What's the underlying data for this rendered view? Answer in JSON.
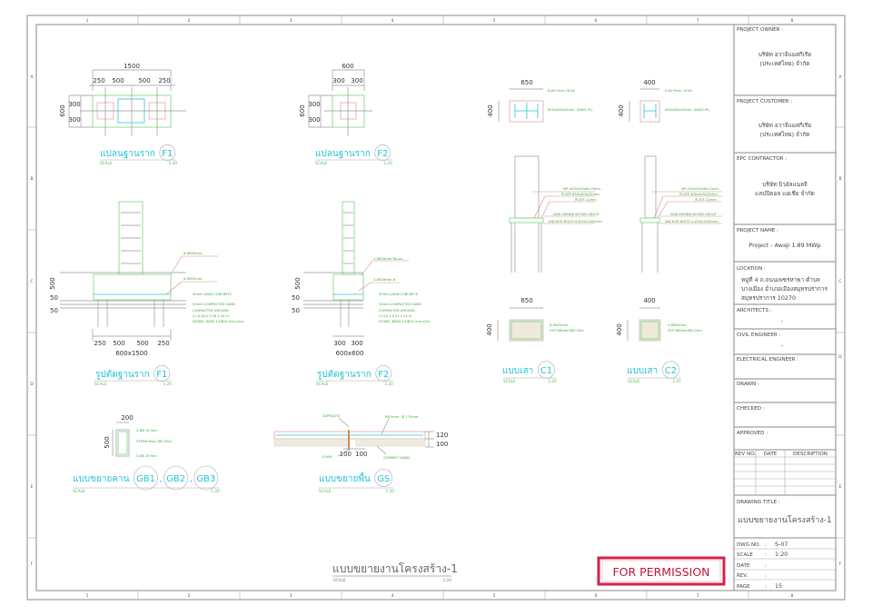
{
  "grid": {
    "columns": [
      "1",
      "2",
      "3",
      "4",
      "5",
      "6",
      "7",
      "8"
    ],
    "rows": [
      "A",
      "B",
      "C",
      "D",
      "E",
      "F"
    ]
  },
  "title_block": {
    "project_owner": {
      "label": "PROJECT OWNER :",
      "line1": "บริษัท อวาจิแมสกีเรีย",
      "line2": "(ประเทศไทย) จำกัด"
    },
    "project_customer": {
      "label": "PROJECT CUSTOMER :",
      "line1": "บริษัท อวาจิแมสกีเรีย",
      "line2": "(ประเทศไทย) จำกัด"
    },
    "epc_contractor": {
      "label": "EPC CONTRACTOR :",
      "line1": "บริษัท บิวอัลแนลจี",
      "line2": "แลปปิดอล แอเชีย จำกัด"
    },
    "project_name": {
      "label": "PROJECT NAME :",
      "value": "Project - Awaji 1.89 MWp"
    },
    "location": {
      "label": "LOCATION :",
      "line1": "หมู่ที่ 4 ถ.ถนนเพชรหาพา ตำบล",
      "line2": "บางเมือง อำเภอเมืองสมุทรปราการ",
      "line3": "สมุทรปราการ 10270"
    },
    "architects": {
      "label": "ARCHITECTS :",
      "value": "-"
    },
    "civil_engineer": {
      "label": "CIVIL ENGINEER :",
      "value": "-"
    },
    "electrical_engineer": {
      "label": "ELECTRICAL ENGINEER :"
    },
    "drawn": {
      "label": "DRAWN :"
    },
    "checked": {
      "label": "CHECKED :"
    },
    "approved": {
      "label": "APPROVED :"
    },
    "revision_table": {
      "headers": [
        "REV NO.",
        "DATE",
        "DESCRIPTION"
      ]
    },
    "drawing_title": {
      "label": "DRAWING TITLE :",
      "value": "แบบขยายงานโครงสร้าง-1"
    },
    "info": [
      {
        "label": "DWG NO.",
        "sep": ":",
        "value": "S-07"
      },
      {
        "label": "SCALE",
        "sep": ":",
        "value": "1:20"
      },
      {
        "label": "DATE",
        "sep": ":",
        "value": ""
      },
      {
        "label": "REV.",
        "sep": ":",
        "value": ""
      },
      {
        "label": "PAGE",
        "sep": ":",
        "value": "15"
      }
    ]
  },
  "drawings": {
    "f1_plan": {
      "title": "แปลนฐานราก",
      "tag": "F1",
      "scale_label": "SCALE",
      "scale": "1:20",
      "dims": {
        "total": "1500",
        "a": "250",
        "b": "500",
        "c": "500",
        "d": "250",
        "height": "600",
        "h1": "300",
        "h2": "300"
      }
    },
    "f2_plan": {
      "title": "แปลนฐานราก",
      "tag": "F2",
      "scale_label": "SCALE",
      "scale": "1:20",
      "dims": {
        "total": "600",
        "a": "300",
        "b": "300",
        "height": "600",
        "h1": "300",
        "h2": "300"
      }
    },
    "f1_section": {
      "title": "รูปตัดฐานราก",
      "tag": "F1",
      "scale_label": "SCALE",
      "scale": "1:20",
      "dims": {
        "h": "500",
        "h1": "50",
        "h2": "50",
        "a": "250",
        "b": "500",
        "c": "500",
        "d": "250",
        "size": "600x1500"
      },
      "notes": [
        "6-DB20mm.",
        "6-DB20mm.",
        "50mm.LEAN CONCRETE",
        "50mm.COMPACTED SAND",
        "COMPACTED GROUND",
        "2-I 0.26 x 0.26 x 24 m.",
        "DOWEL BARS 4-DB20 mm.x3m."
      ]
    },
    "f2_section": {
      "title": "รูปตัดฐานราก",
      "tag": "F2",
      "scale_label": "SCALE",
      "scale": "1:20",
      "dims": {
        "h": "500",
        "h1": "50",
        "h2": "50",
        "a": "300",
        "b": "300",
        "size": "600x600"
      },
      "notes": [
        "1-DB16mm.ปิดรอบ",
        "4-DB16mm.#",
        "50mm.LEAN CONCRETE",
        "50mm.COMPACTED SAND",
        "COMPACTED GROUND",
        "I 0.22 x 0.22 x 24 m.",
        "DOWEL BARS 4-DB20 mm.x2m."
      ]
    },
    "c1_base": {
      "dims": {
        "w": "650",
        "h": "400"
      },
      "notes": [
        "6-Ø27mm. HOLE",
        "650x400x25mm. (BASE PL)"
      ]
    },
    "c2_base": {
      "dims": {
        "w": "400",
        "h": "400"
      },
      "notes": [
        "4-Ø27mm. HOLE",
        "400x400x25mm. (BASE PL)"
      ]
    },
    "c1_elev": {
      "notes": [
        "WF-400x200x8x13mm.",
        "PLATE 650x400x25mm.",
        "PLATE 12mm.",
        "NON SHRINK MOTAR GROUT",
        "ANCHOR BOLTS 6-Ø25x1000mm."
      ]
    },
    "c2_elev": {
      "notes": [
        "WF-200x200x8x12mm.",
        "PLATE 400x400x25mm.",
        "PLATE 12mm.",
        "NON SHRINK MOTAR GROUT",
        "ANCHOR BOLTS 4-Ø25x1000mm."
      ]
    },
    "c1_section": {
      "title": "แบบเสา",
      "tag": "C1",
      "scale_label": "SCALE",
      "scale": "1:20",
      "dims": {
        "w": "650",
        "h": "400"
      },
      "notes": [
        "6-DB25mm",
        "STP. RB9mm@0.20m."
      ]
    },
    "c2_section": {
      "title": "แบบเสา",
      "tag": "C2",
      "scale_label": "SCALE",
      "scale": "1:20",
      "dims": {
        "w": "400",
        "h": "400"
      },
      "notes": [
        "4-DB25mm",
        "STP. RB9mm@0.20m."
      ]
    },
    "beam": {
      "title": "แบบขยายคาน",
      "tags": [
        "GB1",
        "GB2",
        "GB3"
      ],
      "sep": ",",
      "scale_label": "SCALE",
      "scale": "1:20",
      "dims": {
        "w": "200",
        "h": "500"
      },
      "notes": [
        "3-DB 16 mm.",
        "STP.RB 6mm.@0.20m.",
        "3-DB 16 mm."
      ]
    },
    "slab": {
      "title": "แบบขยายพื้น",
      "tag": "GS",
      "scale_label": "SCALE",
      "scale": "1:20",
      "dims": {
        "t1": "120",
        "t2": "100",
        "a": "100",
        "b": "100"
      },
      "notes": [
        "ASPHALTIC",
        "RB 9mm. @ 175mm.",
        "FOAM",
        "COMPACT SAND"
      ]
    }
  },
  "sheet_title": {
    "value": "แบบขยายงานโครงสร้าง-1",
    "scale_label": "SCALE",
    "scale": "1:20"
  },
  "stamp": {
    "text": "FOR PERMISSION",
    "color": "#c0143c"
  }
}
